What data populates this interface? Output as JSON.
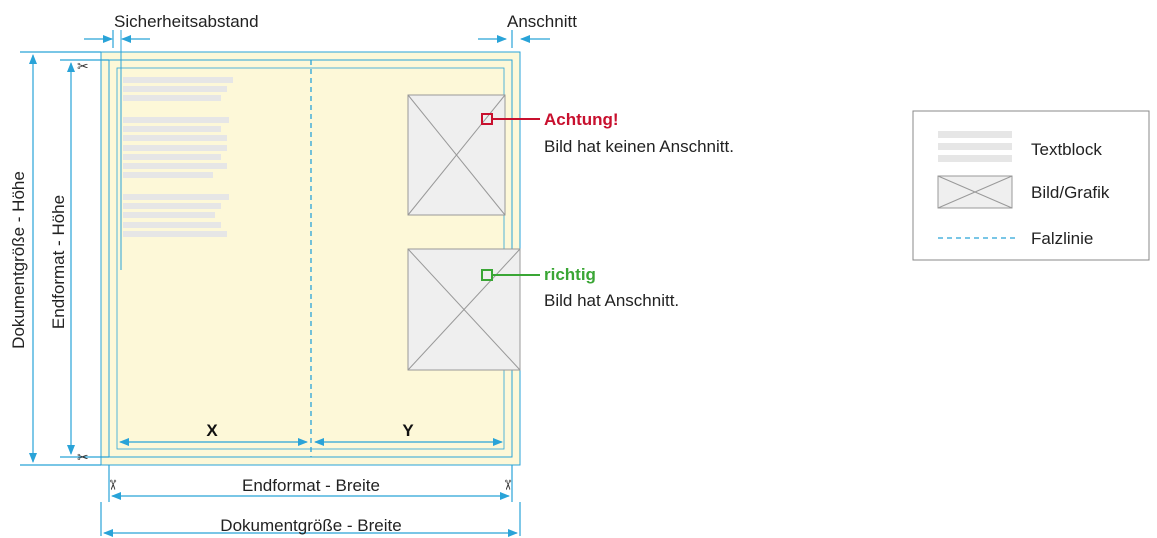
{
  "labels": {
    "safety_margin": "Sicherheitsabstand",
    "bleed": "Anschnitt",
    "document_height": "Dokumentgröße - Höhe",
    "final_height": "Endformat - Höhe",
    "final_width": "Endformat - Breite",
    "document_width": "Dokumentgröße - Breite",
    "panel_x": "X",
    "panel_y": "Y"
  },
  "callouts": {
    "warning": {
      "title": "Achtung!",
      "text": "Bild hat keinen Anschnitt.",
      "color": "#c8102e"
    },
    "correct": {
      "title": "richtig",
      "text": "Bild hat Anschnitt.",
      "color": "#3aa635"
    }
  },
  "legend": {
    "items": [
      {
        "label": "Textblock"
      },
      {
        "label": "Bild/Grafik"
      },
      {
        "label": "Falzlinie"
      }
    ]
  },
  "colors": {
    "page_fill": "#fdf8d8",
    "guide": "#29a3d8",
    "placeholder_fill": "#efefef",
    "placeholder_stroke": "#999999",
    "textline": "#e8e8e8"
  },
  "icons": {
    "cut_marks": "scissors-icon"
  }
}
